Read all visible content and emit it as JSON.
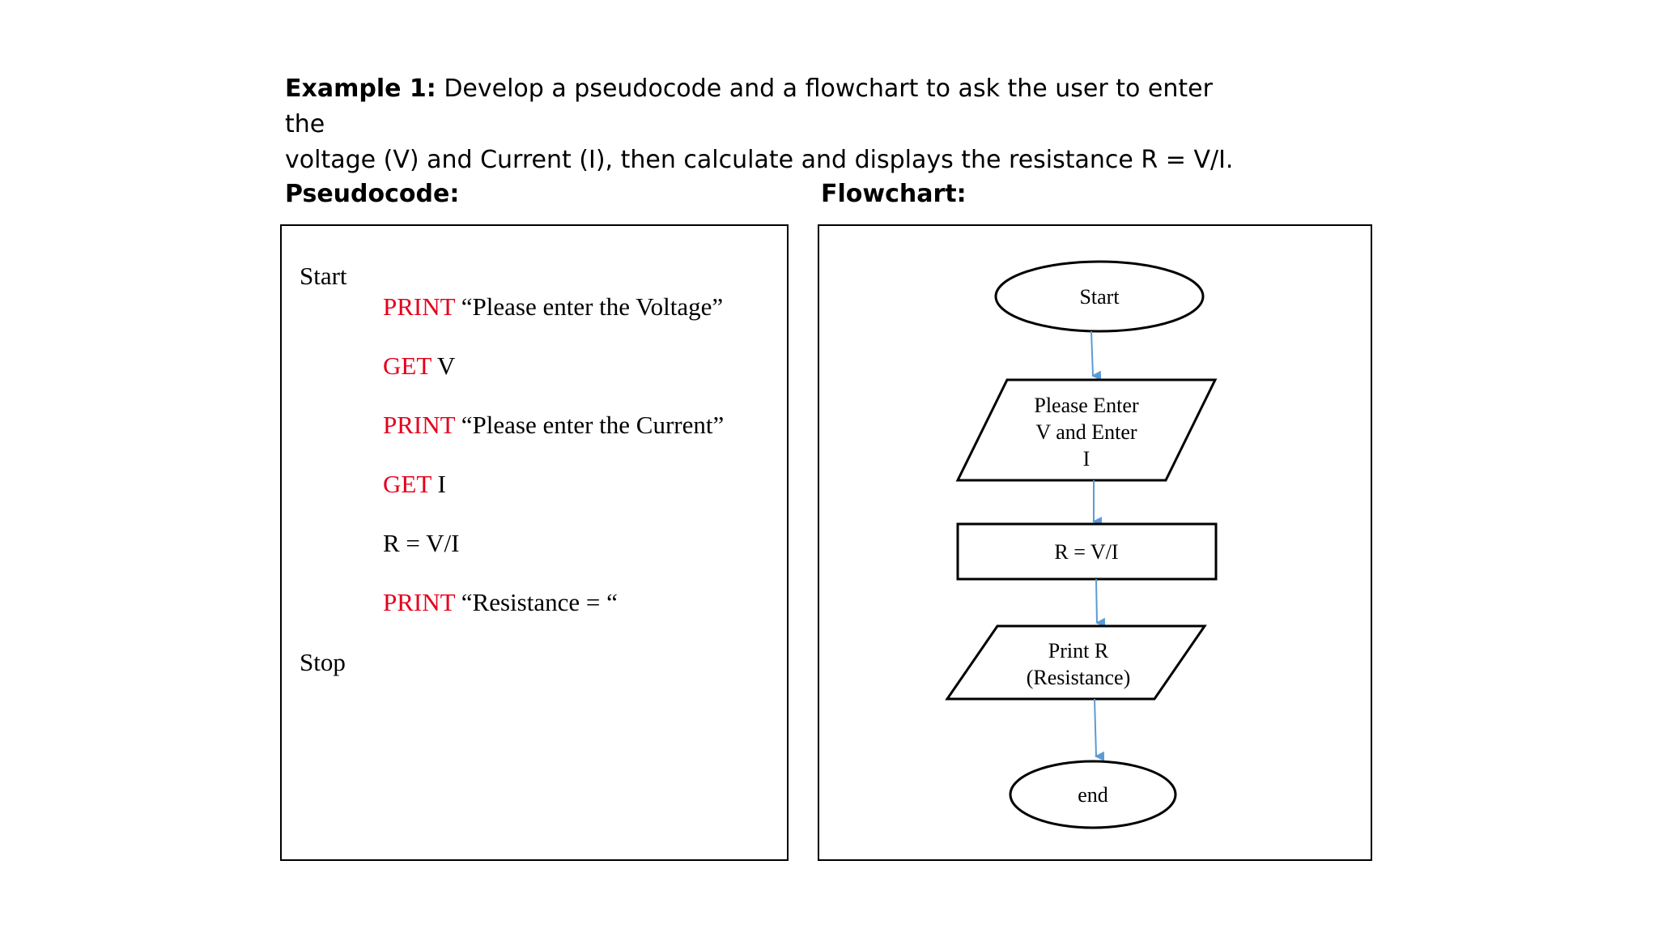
{
  "intro": {
    "label": "Example 1:",
    "text_line1": " Develop a pseudocode and a flowchart to ask the user to enter the",
    "text_line2": "voltage (V) and Current (I), then calculate and displays the resistance R = V/I."
  },
  "sections": {
    "pseudocode_label": "Pseudocode:",
    "flowchart_label": "Flowchart:"
  },
  "pseudocode": {
    "start": "Start",
    "lines": [
      {
        "keyword": "PRINT",
        "rest": " “Please enter the Voltage”"
      },
      {
        "keyword": "GET",
        "rest": " V"
      },
      {
        "keyword": "PRINT",
        "rest": " “Please enter the Current”"
      },
      {
        "keyword": "GET",
        "rest": " I"
      },
      {
        "keyword": "",
        "rest": "R = V/I"
      },
      {
        "keyword": "PRINT",
        "rest": " “Resistance = “"
      }
    ],
    "stop": "Stop"
  },
  "flowchart": {
    "start": "Start",
    "input_line1": "Please Enter",
    "input_line2": "V and Enter",
    "input_line3": "I",
    "process": "R = V/I",
    "output_line1": "Print R",
    "output_line2": "(Resistance)",
    "end": "end",
    "colors": {
      "arrow": "#5b9bd5",
      "keyword": "#e3001b",
      "stroke": "#000000"
    }
  }
}
